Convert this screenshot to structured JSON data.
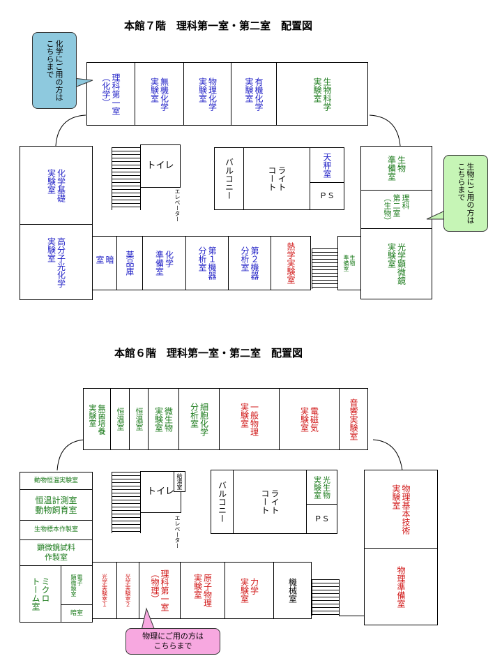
{
  "floor7": {
    "title": "本館７階　理科第一室・第二室　配置図",
    "callout_left": "化学にご用の方は\nこちらまで",
    "callout_right": "生物にご用の方は\nこちらまで",
    "rooms": {
      "r1": "理科第一室\n（化学）",
      "r2": "無機化学\n実験室",
      "r3": "物理化学\n実験室",
      "r4": "有機化学\n実験室",
      "r5": "生物科学\n実験室",
      "left1": "化学基礎\n実験室",
      "left2": "高分子光化学\n実験室",
      "toilet": "トイレ",
      "elevator": "エレベーター",
      "balcony": "バルコニー",
      "lightcourt": "ライト\nコート",
      "balance": "天秤室",
      "ps": "ＰＳ",
      "bio_prep": "生物\n準備室",
      "sci2": "理科\n第二室\n（生物）",
      "optmicro": "光学顕微鏡\n実験室",
      "dark": "暗\n室",
      "chemstore": "薬品庫",
      "chemprep": "化学\n準備室",
      "an1": "第１機器\n分析室",
      "an2": "第２機器\n分析室",
      "thermo": "熱学実験室",
      "bioprep2": "生物\n準備室"
    }
  },
  "floor6": {
    "title": "本館６階　理科第一室・第二室　配置図",
    "callout_bottom": "物理にご用の方は\nこちらまで",
    "rooms": {
      "sterile": "無菌培養\n実験室",
      "const1": "恒温室",
      "const2": "恒温室",
      "microbio": "微生物\n実験室",
      "cellchem": "細胞化学\n分析室",
      "genphys": "一般物理\n実験室",
      "electro": "電磁気\n実験室",
      "acoustic": "音響実験室",
      "animconst": "動物恒温実験室",
      "constmeas": "恒温計測室\n動物飼育室",
      "specimen": "生物標本作製室",
      "microtest": "顕微鏡試料\n作製室",
      "micro": "ミクロ\nトーム室",
      "electron": "電子\n顕微鏡室",
      "dark": "暗室",
      "opt1": "光学実験室１",
      "opt2": "光学実験室２",
      "sci1": "理科第一室\n（物理）",
      "atom": "原子物理\n実験室",
      "mech": "力学\n実験室",
      "machine": "機械室",
      "toilet": "トイレ",
      "cleaning": "給湯室",
      "elevator": "エレベーター",
      "balcony": "バルコニー",
      "lightcourt": "ライト\nコート",
      "photo": "光生物\n実験室",
      "ps": "ＰＳ",
      "physbasic": "物理基本技術\n実験室",
      "physprep": "物理準備室"
    }
  },
  "colors": {
    "chem": "#1f1fc6",
    "bio": "#1a7a1a",
    "phys": "#d01616",
    "callout_blue": "#8ec9de",
    "callout_green": "#c6f5b6",
    "callout_pink": "#f7a8e0"
  }
}
